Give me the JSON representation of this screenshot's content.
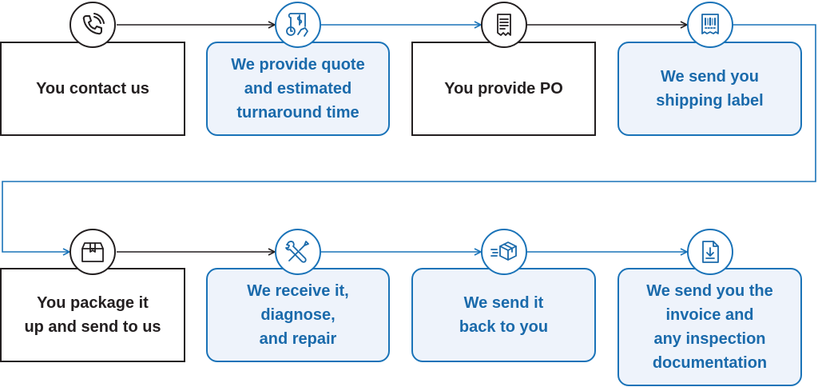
{
  "colors": {
    "customer": "#231f20",
    "company": "#1a73b8",
    "company_fill": "#eef3fb"
  },
  "steps": [
    {
      "label": "You contact us",
      "actor": "customer",
      "icon": "phone-icon"
    },
    {
      "label": "We provide quote\nand estimated\nturnaround time",
      "actor": "company",
      "icon": "quote-invoice-icon"
    },
    {
      "label": "You provide PO",
      "actor": "customer",
      "icon": "receipt-icon"
    },
    {
      "label": "We send you\nshipping label",
      "actor": "company",
      "icon": "barcode-label-icon"
    },
    {
      "label": "You package it\nup and send to us",
      "actor": "customer",
      "icon": "package-box-icon"
    },
    {
      "label": "We receive it,\ndiagnose,\nand repair",
      "actor": "company",
      "icon": "wrench-screwdriver-icon"
    },
    {
      "label": "We send it\nback to you",
      "actor": "company",
      "icon": "delivery-box-icon"
    },
    {
      "label": "We send you the\ninvoice and\nany inspection\ndocumentation",
      "actor": "company",
      "icon": "document-download-icon"
    }
  ]
}
